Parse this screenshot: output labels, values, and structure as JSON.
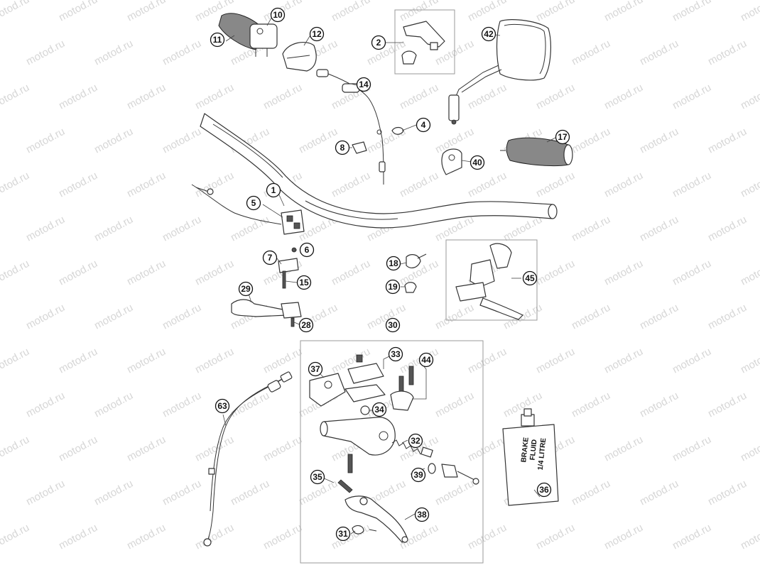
{
  "watermark": "motod.ru",
  "bottle": {
    "lines": [
      "BRAKE",
      "FLUID",
      "1/4 LITRE"
    ]
  },
  "callouts": [
    "10",
    "11",
    "12",
    "2",
    "42",
    "14",
    "4",
    "8",
    "17",
    "40",
    "1",
    "5",
    "6",
    "7",
    "15",
    "18",
    "19",
    "45",
    "29",
    "28",
    "30",
    "33",
    "37",
    "44",
    "34",
    "63",
    "32",
    "35",
    "39",
    "36",
    "38",
    "31"
  ]
}
